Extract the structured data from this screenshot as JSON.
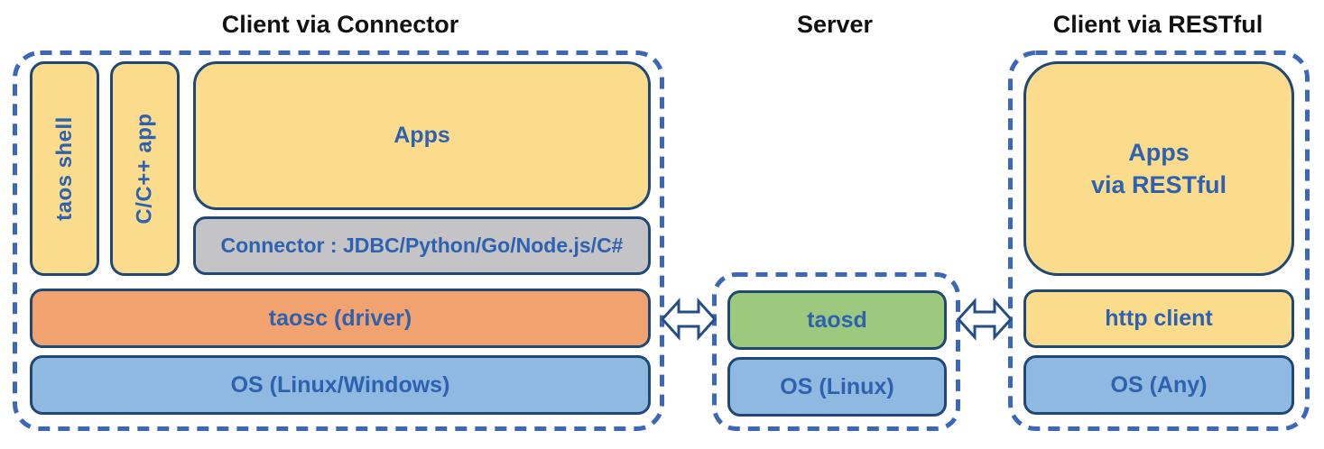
{
  "titles": {
    "client_connector": "Client via Connector",
    "server": "Server",
    "client_restful": "Client via RESTful"
  },
  "left_section": {
    "taos_shell": "taos shell",
    "cpp_app": "C/C++ app",
    "apps": "Apps",
    "connector": "Connector : JDBC/Python/Go/Node.js/C#",
    "taosc": "taosc (driver)",
    "os": "OS (Linux/Windows)"
  },
  "server_section": {
    "taosd": "taosd",
    "os": "OS (Linux)"
  },
  "rest_section": {
    "apps_line1": "Apps",
    "apps_line2": "via RESTful",
    "http_client": "http client",
    "os": "OS (Any)"
  },
  "colors": {
    "yellow_fill": "#FADC8C",
    "gray_fill": "#C4C4C6",
    "orange_fill": "#F2A26E",
    "blue_fill": "#8FB9E0",
    "green_fill": "#9CC97E",
    "box_border": "#1F4876",
    "label_blue": "#2E62B1",
    "dashed_blue": "#3B67B8",
    "arrow_fill": "#FFFFFF",
    "arrow_border": "#264E85",
    "title_black": "#111111"
  }
}
